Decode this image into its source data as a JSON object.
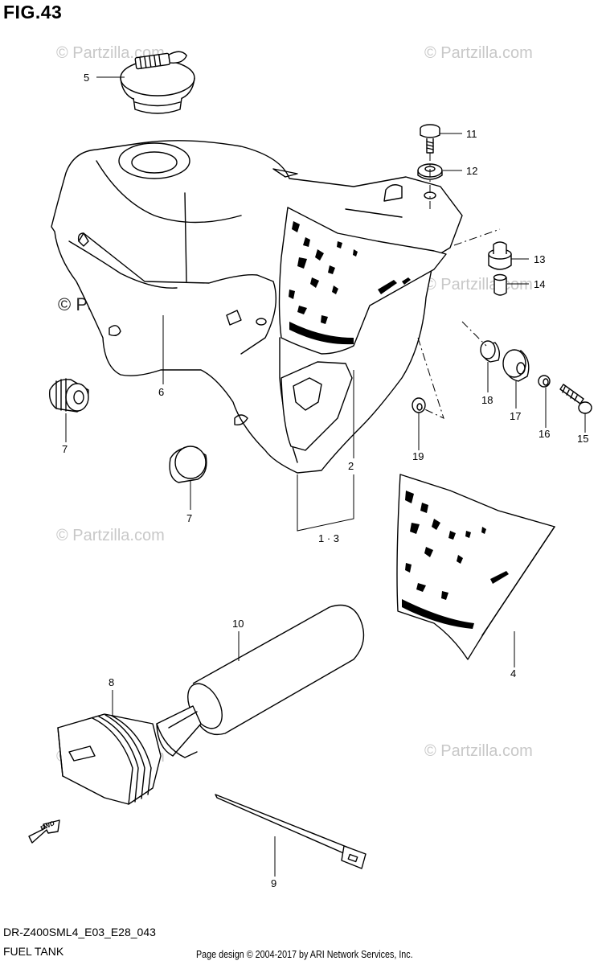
{
  "figure": {
    "label": "FIG.43"
  },
  "model_code": "DR-Z400SML4_E03_E28_043",
  "assembly_name": "FUEL TANK",
  "footer": "Page design © 2004-2017 by ARI Network Services, Inc.",
  "watermark": "© Partzilla.com",
  "callouts": {
    "c1_3": "1 · 3",
    "c2": "2",
    "c4": "4",
    "c5": "5",
    "c6": "6",
    "c7a": "7",
    "c7b": "7",
    "c8": "8",
    "c9": "9",
    "c10": "10",
    "c11": "11",
    "c12": "12",
    "c13": "13",
    "c14": "14",
    "c15": "15",
    "c16": "16",
    "c17": "17",
    "c18": "18",
    "c19": "19"
  },
  "fwd_arrow": {
    "label": "FWD",
    "icon": "fwd-arrow-icon"
  }
}
